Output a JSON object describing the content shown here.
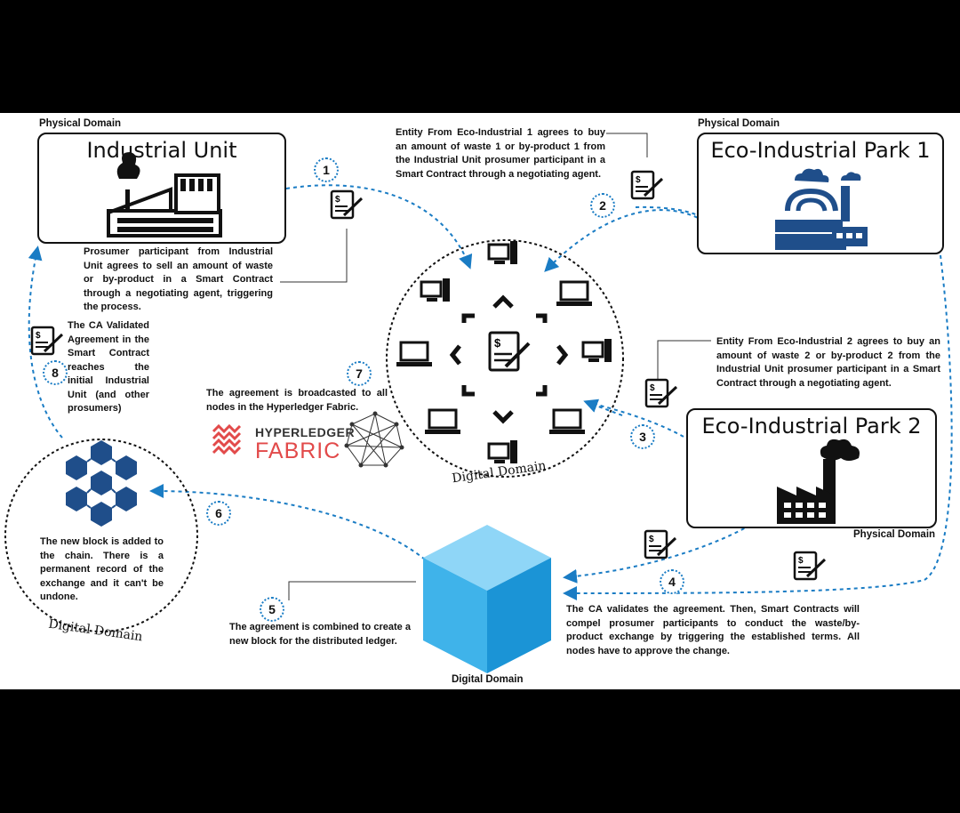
{
  "physical_label_top_left": "Physical Domain",
  "physical_label_top_right": "Physical Domain",
  "physical_label_right": "Physical Domain",
  "industrial_unit": {
    "title": "Industrial Unit"
  },
  "eco_park_1": {
    "title": "Eco-Industrial Park 1"
  },
  "eco_park_2": {
    "title": "Eco-Industrial Park 2"
  },
  "digital_domain_center": "Digital Domain",
  "digital_domain_left": "Digital Domain",
  "digital_domain_bottom": "Digital Domain",
  "hyperledger": {
    "top": "HYPERLEDGER",
    "bottom": "FABRIC"
  },
  "steps": {
    "s1": "1",
    "s2": "2",
    "s3": "3",
    "s4": "4",
    "s5": "5",
    "s6": "6",
    "s7": "7",
    "s8": "8"
  },
  "texts": {
    "t1": "Prosumer participant from Industrial Unit agrees to sell an amount of waste or by-product in a Smart Contract through a negotiating agent, triggering the process.",
    "t2": "Entity From Eco-Industrial 1 agrees to buy an amount of waste 1 or by-product 1 from the Industrial Unit prosumer participant in a Smart Contract through a negotiating agent.",
    "t3": "Entity From Eco-Industrial 2 agrees to buy an amount of waste 2 or by-product 2 from the Industrial Unit prosumer participant in a Smart Contract through a negotiating agent.",
    "t4": "The CA validates the agreement. Then, Smart Contracts will compel prosumer participants to conduct the waste/by-product exchange by triggering the established terms. All nodes have to approve the change.",
    "t5": "The agreement is combined to create a new block for the distributed ledger.",
    "t6": "The new block is added to the chain. There is a permanent record of the exchange and it can't be undone.",
    "t7": "The agreement is broadcasted to all nodes in the Hyperledger Fabric.",
    "t8": "The CA Validated Agreement in the Smart Contract reaches the initial Industrial Unit (and other prosumers)"
  },
  "colors": {
    "accent": "#1a7cc4",
    "cube_light": "#8fd6f7",
    "cube_mid": "#3fb3ea",
    "cube_dark": "#1b94d6",
    "navy": "#1f4e8a",
    "fabric_red": "#e24a4a"
  },
  "icons": [
    "factory-icon",
    "eco-park-icon",
    "factory2-icon",
    "contract-icon",
    "computer-icon",
    "laptop-icon",
    "blockchain-icon",
    "cube-icon",
    "hyperledger-icon",
    "network-icon"
  ]
}
